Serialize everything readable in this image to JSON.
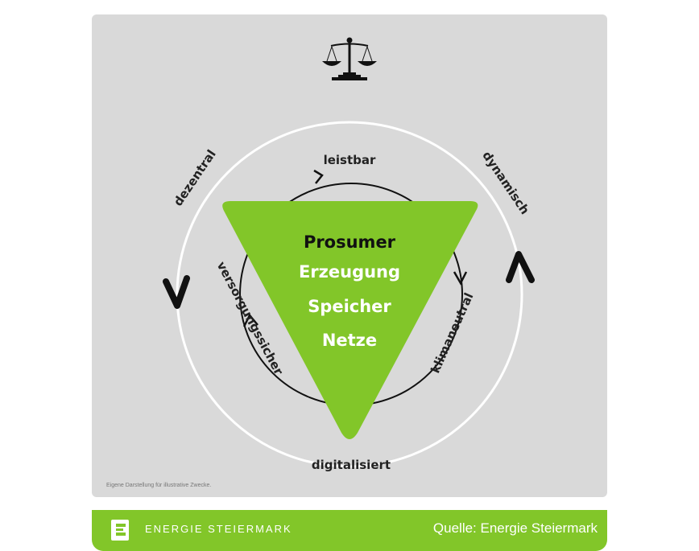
{
  "diagram": {
    "center_items": [
      "Prosumer",
      "Erzeugung",
      "Speicher",
      "Netze"
    ],
    "outer_labels": {
      "top_left": "dezentral",
      "top_right": "dynamisch",
      "bottom": "digitalisiert"
    },
    "inner_labels": {
      "top": "leistbar",
      "right": "klimaneutral",
      "left": "versorgungssicher"
    },
    "note": "Eigene Darstellung für illustrative Zwecke.",
    "icon": "scales-of-justice-icon"
  },
  "footer": {
    "brand": "ENERGIE STEIERMARK",
    "source": "Quelle: Energie Steiermark"
  },
  "colors": {
    "green": "#82c629",
    "panel": "#d9d9d9"
  }
}
